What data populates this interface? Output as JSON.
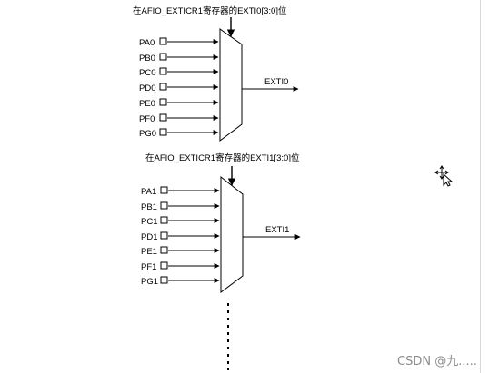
{
  "diagram": {
    "mux_top": {
      "title": "在AFIO_EXTICR1寄存器的EXTI0[3:0]位",
      "inputs": [
        "PA0",
        "PB0",
        "PC0",
        "PD0",
        "PE0",
        "PF0",
        "PG0"
      ],
      "output": "EXTI0"
    },
    "mux_bottom": {
      "title": "在AFIO_EXTICR1寄存器的EXTI1[3:0]位",
      "inputs": [
        "PA1",
        "PB1",
        "PC1",
        "PD1",
        "PE1",
        "PF1",
        "PG1"
      ],
      "output": "EXTI1"
    }
  },
  "watermark": "CSDN @九.....",
  "cursor_icon": "move-cursor-icon"
}
